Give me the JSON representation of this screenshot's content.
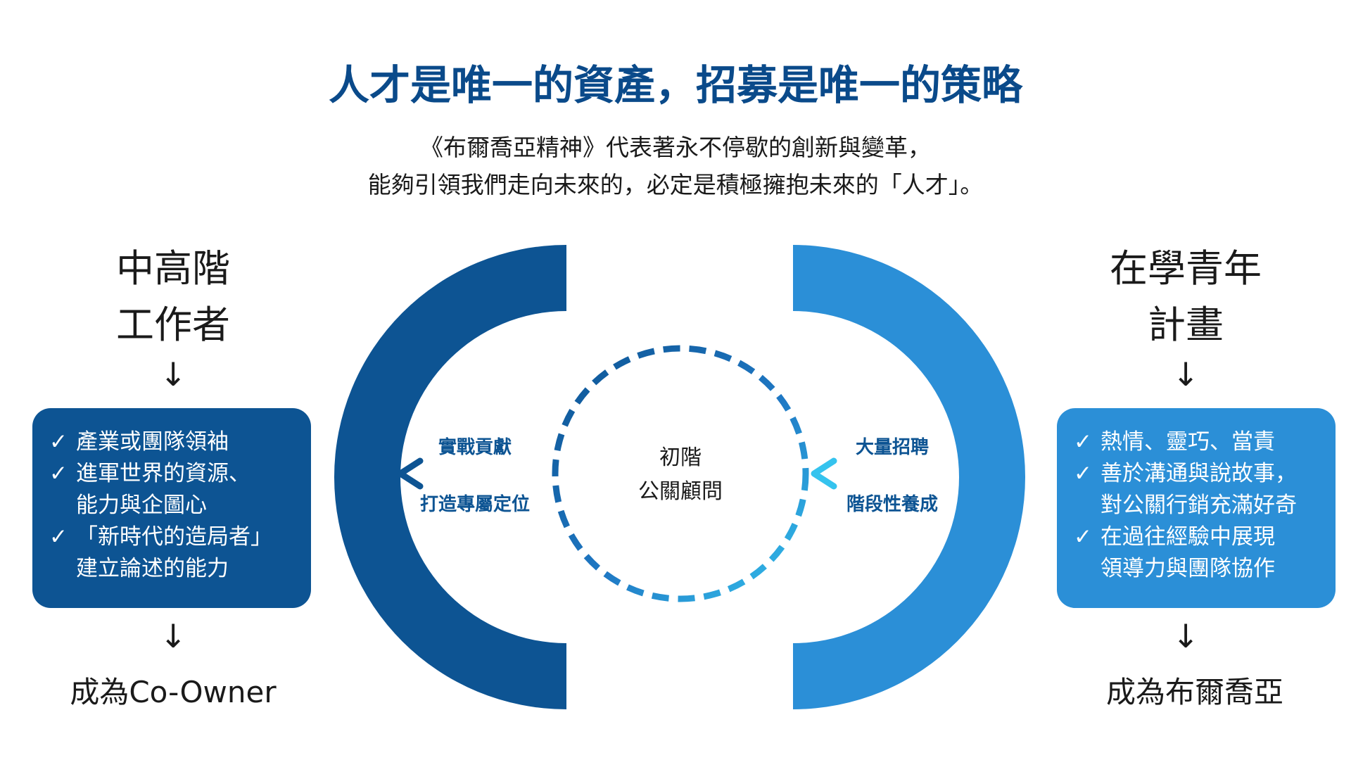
{
  "title": "人才是唯一的資產，招募是唯一的策略",
  "subtitle": [
    "《布爾喬亞精神》代表著永不停歇的創新與變革，",
    "能夠引領我們走向未來的，必定是積極擁抱未來的「人才」。"
  ],
  "left": {
    "title_lines": [
      "中高階",
      "工作者"
    ],
    "arrow": "↓",
    "checkmark": "✓",
    "items": [
      {
        "lines": [
          "產業或團隊領袖"
        ]
      },
      {
        "lines": [
          "進軍世界的資源、",
          "能力與企圖心"
        ]
      },
      {
        "lines": [
          "「新時代的造局者」",
          "建立論述的能力"
        ]
      }
    ],
    "result": "成為Co-Owner"
  },
  "right": {
    "title_lines": [
      "在學青年",
      "計畫"
    ],
    "arrow": "↓",
    "checkmark": "✓",
    "items": [
      {
        "lines": [
          "熱情、靈巧、當責"
        ]
      },
      {
        "lines": [
          "善於溝通與說故事，",
          "對公關行銷充滿好奇"
        ]
      },
      {
        "lines": [
          "在過往經驗中展現",
          "領導力與團隊協作"
        ]
      }
    ],
    "result": "成為布爾喬亞"
  },
  "center": {
    "lines": [
      "初階",
      "公關顧問"
    ],
    "left_arrow_top": "實戰貢獻",
    "left_arrow_bottom": "打造專屬定位",
    "right_arrow_top": "大量招聘",
    "right_arrow_bottom": "階段性養成"
  },
  "colors": {
    "dark_blue": "#0d5493",
    "light_blue": "#2b8fd7",
    "cyan": "#35c3ee",
    "title_blue": "#0a4a8a"
  }
}
